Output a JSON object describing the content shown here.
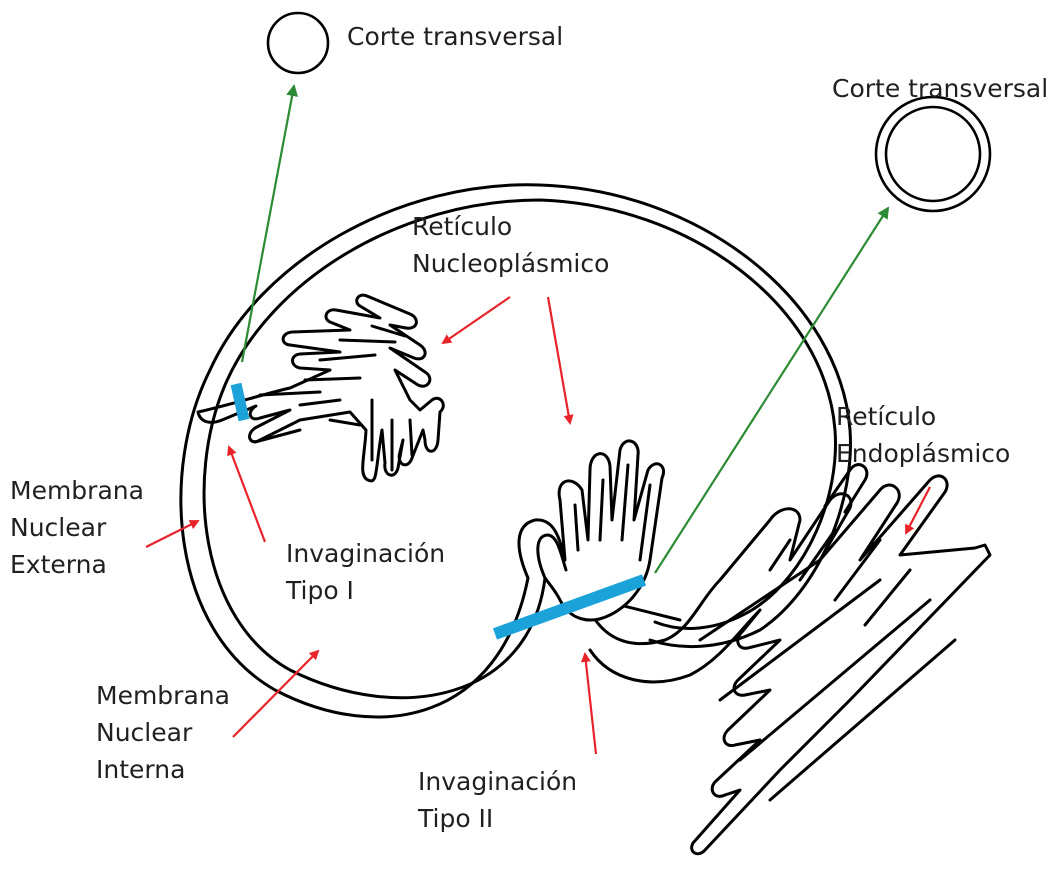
{
  "labels": {
    "cross_section_1": "Corte transversal",
    "cross_section_2": "Corte transversal",
    "nucleoplasmic_reticulum": [
      "Retículo",
      "Nucleoplásmico"
    ],
    "endoplasmic_reticulum": [
      "Retículo",
      "Endoplásmico"
    ],
    "outer_nuclear_membrane": [
      "Membrana",
      "Nuclear",
      "Externa"
    ],
    "inner_nuclear_membrane": [
      "Membrana",
      "Nuclear",
      "Interna"
    ],
    "invagination_type_1": [
      "Invaginación",
      "Tipo I"
    ],
    "invagination_type_2": [
      "Invaginación",
      "Tipo II"
    ]
  },
  "colors": {
    "membrane": "#000000",
    "label_arrow": "#e8232a",
    "section_arrow": "#2e8b35",
    "section_bar": "#1ba3d9",
    "text": "#231f20"
  }
}
